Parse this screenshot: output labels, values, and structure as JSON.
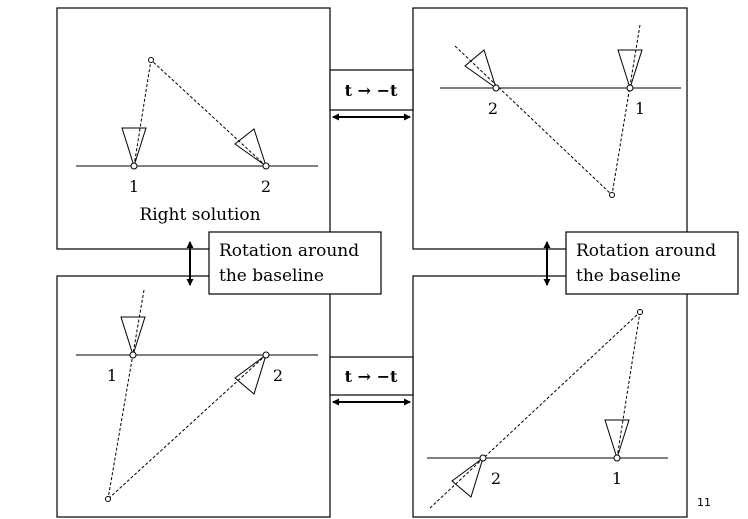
{
  "panels": {
    "top_left": {
      "label_1": "1",
      "label_2": "2",
      "caption": "Right solution"
    },
    "top_right": {
      "label_1": "1",
      "label_2": "2"
    },
    "bottom_left": {
      "label_1": "1",
      "label_2": "2"
    },
    "bottom_right": {
      "label_1": "1",
      "label_2": "2"
    }
  },
  "transforms": {
    "top": "t → −t",
    "bottom": "t → −t"
  },
  "rotation_boxes": {
    "left": {
      "line1": "Rotation around",
      "line2": "the baseline"
    },
    "right": {
      "line1": "Rotation around",
      "line2": "the baseline"
    }
  },
  "page_number": "11"
}
